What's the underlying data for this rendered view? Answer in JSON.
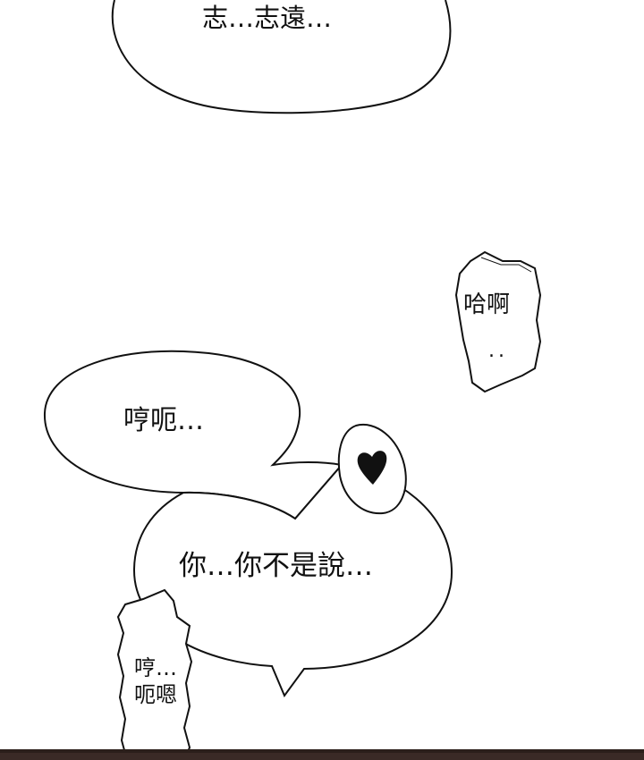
{
  "bubbles": {
    "top": {
      "text": "志…志遠…"
    },
    "left": {
      "text": "哼呃…"
    },
    "big": {
      "text": "你…你不是說…"
    },
    "small": {
      "line1": "哈啊",
      "line2": ".."
    },
    "vertical": {
      "text": "哼…呃嗯"
    }
  },
  "colors": {
    "ink": "#111111",
    "paper": "#ffffff",
    "bottom_strip": "#3a2a26"
  },
  "icons": {
    "heart": "heart-icon"
  }
}
